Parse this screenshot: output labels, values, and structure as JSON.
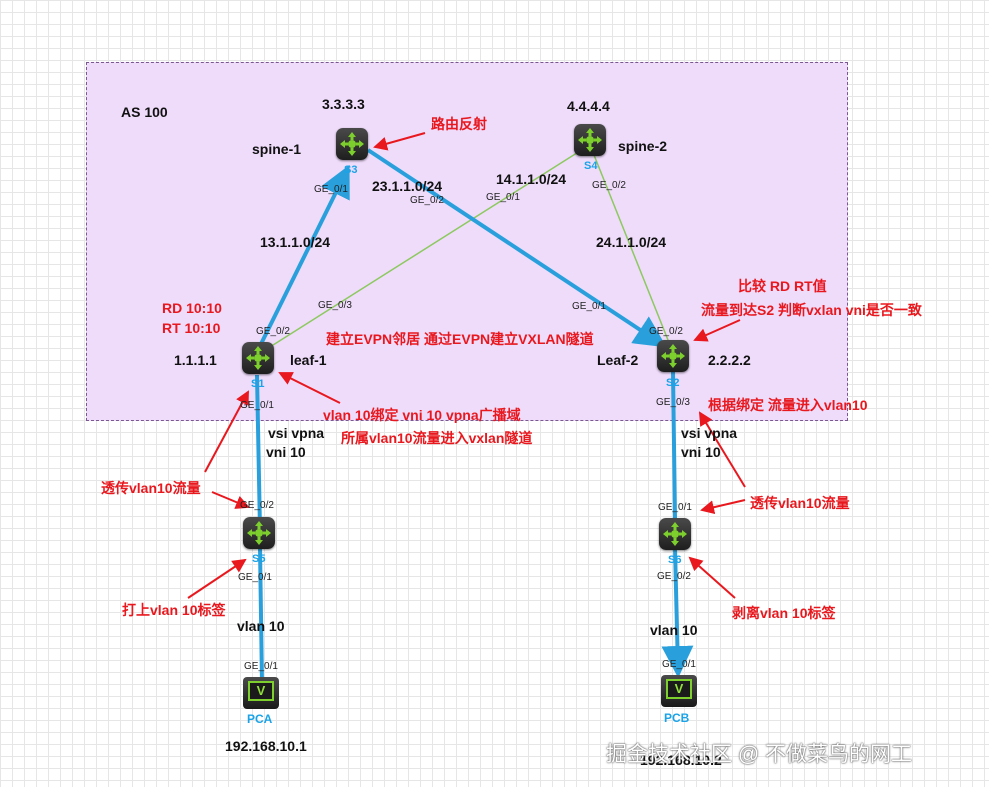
{
  "as_label": "AS 100",
  "colors": {
    "as_fill": "#efdcfb",
    "blue_link": "#29a0dc",
    "green_link": "#8cc95e",
    "annotation": "#e8181e",
    "device_name": "#1aa3e8"
  },
  "devices": {
    "s3": {
      "name": "S3",
      "label": "spine-1",
      "ip": "3.3.3.3",
      "icon": "switch-icon"
    },
    "s4": {
      "name": "S4",
      "label": "spine-2",
      "ip": "4.4.4.4",
      "icon": "switch-icon"
    },
    "s1": {
      "name": "S1",
      "label": "leaf-1",
      "ip": "1.1.1.1",
      "icon": "switch-icon"
    },
    "s2": {
      "name": "S2",
      "label": "Leaf-2",
      "ip": "2.2.2.2",
      "icon": "switch-icon"
    },
    "s5": {
      "name": "S5",
      "icon": "switch-icon"
    },
    "s6": {
      "name": "S6",
      "icon": "switch-icon"
    },
    "pca": {
      "name": "PCA",
      "ip": "192.168.10.1",
      "icon": "pc-icon",
      "screen": "V"
    },
    "pcb": {
      "name": "PCB",
      "ip": "192.168.10.2",
      "icon": "pc-icon",
      "screen": "V"
    }
  },
  "ports": {
    "s3_ge01": "GE_0/1",
    "s3_ge02": "GE_0/2",
    "s4_ge01": "GE_0/1",
    "s4_ge02": "GE_0/2",
    "s1_ge02": "GE_0/2",
    "s1_ge03": "GE_0/3",
    "s1_ge01": "GE_0/1",
    "s2_ge01": "GE_0/1",
    "s2_ge02": "GE_0/2",
    "s2_ge03": "GE_0/3",
    "s5_ge02": "GE_0/2",
    "s5_ge01": "GE_0/1",
    "s6_ge01": "GE_0/1",
    "s6_ge02": "GE_0/2",
    "pca_ge01": "GE_0/1",
    "pcb_ge01": "GE_0/1"
  },
  "subnets": {
    "s1_s3": "13.1.1.0/24",
    "s3_s2": "23.1.1.0/24",
    "s4_s1": "14.1.1.0/24",
    "s4_s2": "24.1.1.0/24"
  },
  "leaf_info": {
    "left_vsi": "vsi vpna",
    "left_vni": "vni 10",
    "right_vsi": "vsi vpna",
    "right_vni": "vni 10",
    "left_vlan": "vlan 10",
    "right_vlan": "vlan 10"
  },
  "annotations": {
    "route_reflect": "路由反射",
    "rd": "RD 10:10",
    "rt": "RT 10:10",
    "evpn_peer": "建立EVPN邻居 通过EVPN建立VXLAN隧道",
    "compare_rd_rt": "比较 RD RT值",
    "flow_s2": "流量到达S2 判断vxlan vni是否一致",
    "vlan_bind_line1": "vlan 10绑定 vni 10 vpna广播域",
    "vlan_bind_line2": "所属vlan10流量进入vxlan隧道",
    "bind_enter_vlan": "根据绑定 流量进入vlan10",
    "passthrough_left": "透传vlan10流量",
    "passthrough_right": "透传vlan10流量",
    "tag_add": "打上vlan 10标签",
    "tag_strip": "剥离vlan 10标签"
  },
  "watermark": "掘金技术社区 @ 不做菜鸟的网工"
}
